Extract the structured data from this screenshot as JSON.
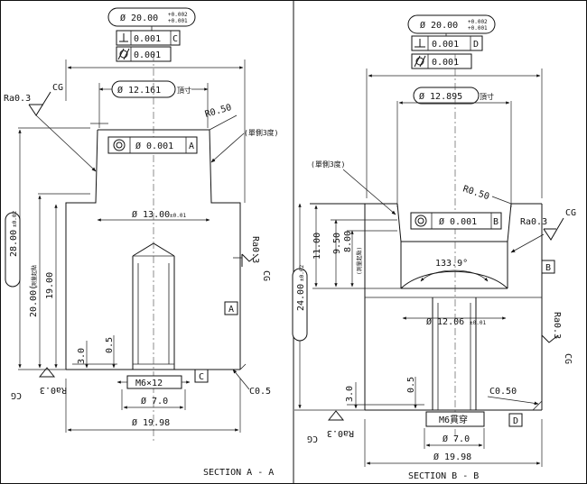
{
  "left": {
    "tol_outer_dia": "Ø 20.00",
    "tol_outer_dev_upper": "+0.002",
    "tol_outer_dev_lower": "+0.001",
    "perp_value": "0.001",
    "perp_datum": "C",
    "cyl_value": "0.001",
    "ra_top_left": "Ra0.3",
    "cg_top_left": "CG",
    "top_dia": "Ø 12.161",
    "top_dia_note": "頂寸",
    "radius": "R0.50",
    "taper_note": "(單側3度)",
    "conc_value": "Ø 0.001",
    "conc_datum": "A",
    "mid_dia": "Ø 13.00",
    "mid_dia_tol": "±0.01",
    "height_total": "28.00",
    "height_total_tol": "±0.02",
    "height_ref": "20.00(",
    "height_ref_note": "測量起點",
    "height_19": "19.00",
    "ra_right": "Ra0.3",
    "cg_right": "CG",
    "datum_a": "A",
    "dim_05": "0.5",
    "dim_30": "3.0",
    "thread": "M6×12",
    "datum_c": "C",
    "chamfer": "C0.5",
    "ra_bottom": "Ra0.3",
    "cg_bottom": "CG",
    "dia_7": "Ø 7.0",
    "dia_1998": "Ø 19.98",
    "section_label": "SECTION A - A"
  },
  "right": {
    "tol_outer_dia": "Ø 20.00",
    "tol_outer_dev_upper": "+0.002",
    "tol_outer_dev_lower": "+0.001",
    "perp_value": "0.001",
    "perp_datum": "D",
    "cyl_value": "0.001",
    "top_dia": "Ø 12.895",
    "top_dia_note": "頂寸",
    "taper_note": "(單側3度)",
    "radius": "R0.50",
    "conc_value": "Ø 0.001",
    "conc_datum": "B",
    "ra_top": "Ra0.3",
    "cg_top": "CG",
    "h_11": "11.00",
    "h_950": "9.50",
    "h_800": "8.00",
    "h_800_note": "(測量起點)",
    "angle": "133.9°",
    "datum_b": "B",
    "height_total": "24.00",
    "height_total_tol": "±0.02",
    "bore_dia": "Ø 12.06",
    "bore_tol": "±0.01",
    "ra_right": "Ra0.3",
    "cg_right": "CG",
    "dim_05": "0.5",
    "dim_30": "3.0",
    "chamfer": "C0.50",
    "thread": "M6貫穿",
    "datum_d": "D",
    "ra_bottom": "Ra0.3",
    "cg_bottom": "CG",
    "dia_7": "Ø 7.0",
    "dia_1998": "Ø 19.98",
    "section_label": "SECTION B - B"
  },
  "colors": {
    "line": "#111111",
    "paper": "#ffffff"
  }
}
